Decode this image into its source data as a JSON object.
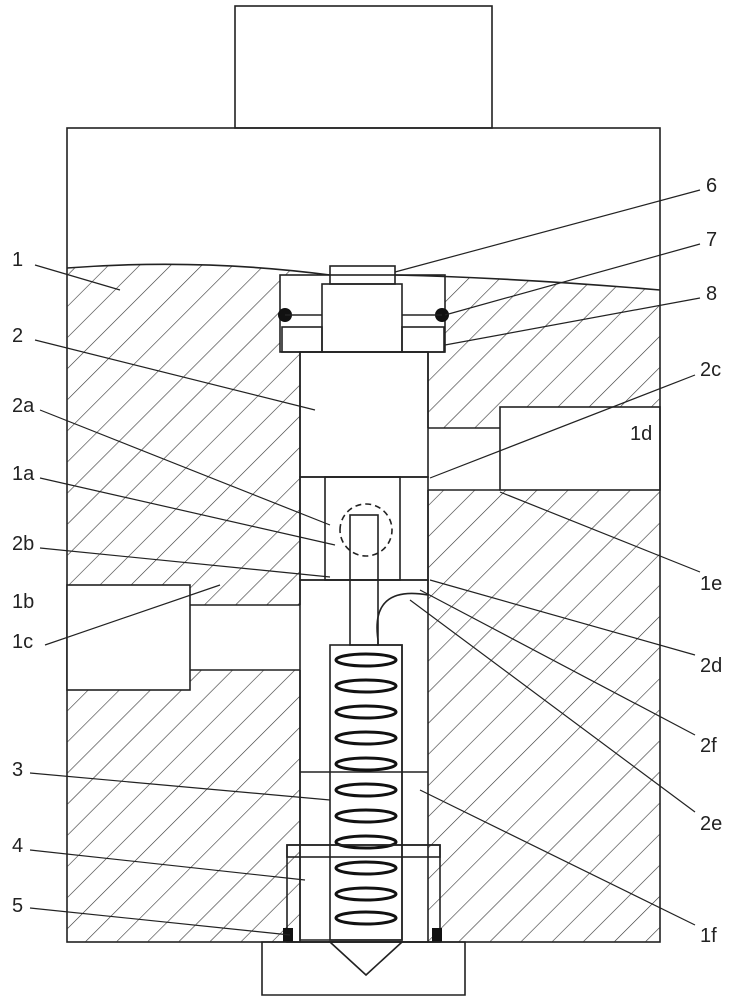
{
  "figure": {
    "title": "Valve cross-section",
    "labels": {
      "l1": "1",
      "l2": "2",
      "l2a": "2a",
      "l1a": "1a",
      "l2b": "2b",
      "l1b": "1b",
      "l1c": "1c",
      "l3": "3",
      "l4": "4",
      "l5": "5",
      "l6": "6",
      "l7": "7",
      "l8": "8",
      "l2c": "2c",
      "l1d": "1d",
      "l1e": "1e",
      "l2d": "2d",
      "l2f": "2f",
      "l2e": "2e",
      "l1f": "1f"
    }
  }
}
